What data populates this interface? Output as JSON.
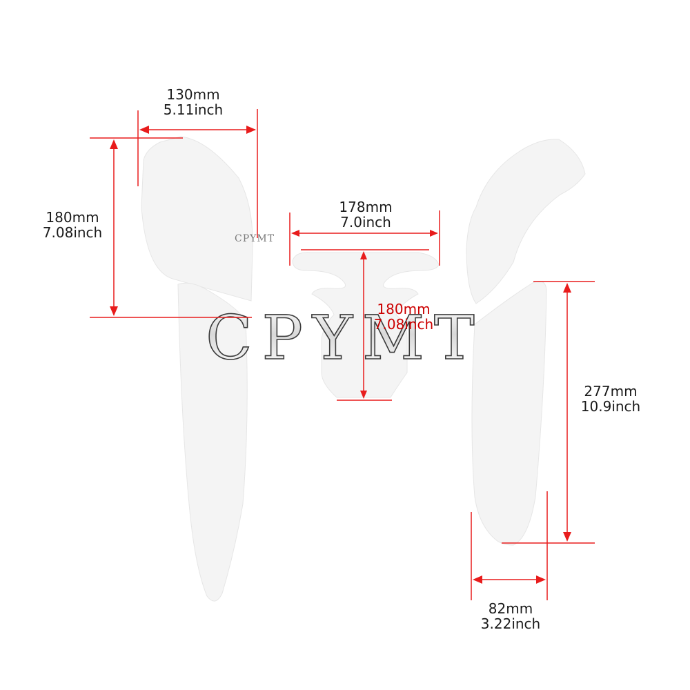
{
  "watermark": {
    "large": "CPYMT",
    "small": "CPYMT"
  },
  "dimensions": {
    "top_left_width": {
      "mm": "130mm",
      "inch": "5.11inch"
    },
    "top_left_height": {
      "mm": "180mm",
      "inch": "7.08inch"
    },
    "center_width": {
      "mm": "178mm",
      "inch": "7.0inch"
    },
    "center_height": {
      "mm": "180mm",
      "inch": "7.08inch"
    },
    "right_height": {
      "mm": "277mm",
      "inch": "10.9inch"
    },
    "bottom_right_width": {
      "mm": "82mm",
      "inch": "3.22inch"
    }
  },
  "colors": {
    "dimension_line": "#e81c1c",
    "pad_fill": "#f4f4f4",
    "pad_stroke": "#e6e6e6"
  }
}
